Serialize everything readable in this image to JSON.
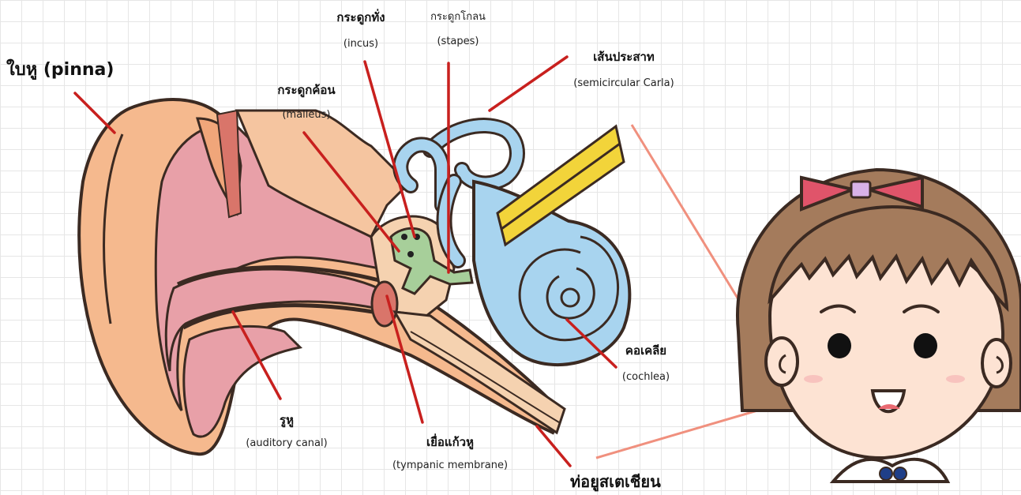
{
  "labels": {
    "pinna": "ใบหู (pinna)",
    "incus_th": "กระดูกทั่ง",
    "incus_en": "(incus)",
    "stapes_th": "กระดูกโกลน",
    "stapes_en": "(stapes)",
    "malleus_th": "กระดูกค้อน",
    "malleus_en": "(malleus)",
    "semicircular_th": "เส้นประสาท",
    "semicircular_en": "(semicircular Carla)",
    "cochlea_th": "คอเคลีย",
    "cochlea_en": "(cochlea)",
    "canal_th": "รูหู",
    "canal_en": "(auditory canal)",
    "tympanic_th": "เยื่อแก้วหู",
    "tympanic_en": "(tympanic membrane)",
    "eustachian_th": "ท่อยูสเตเชียน"
  },
  "colors": {
    "pointer": "#c8201e",
    "skin_outer": "#f5b98e",
    "skin_inner": "#f0c9a4",
    "pink": "#e8a0a8",
    "cochlea_blue": "#a8d4ef",
    "nerve_yellow": "#f2d43a",
    "ossicle_green": "#a7cf9a",
    "girl_hair": "#a47b5c",
    "girl_face": "#fde3d3",
    "bow_red": "#e0546a"
  }
}
